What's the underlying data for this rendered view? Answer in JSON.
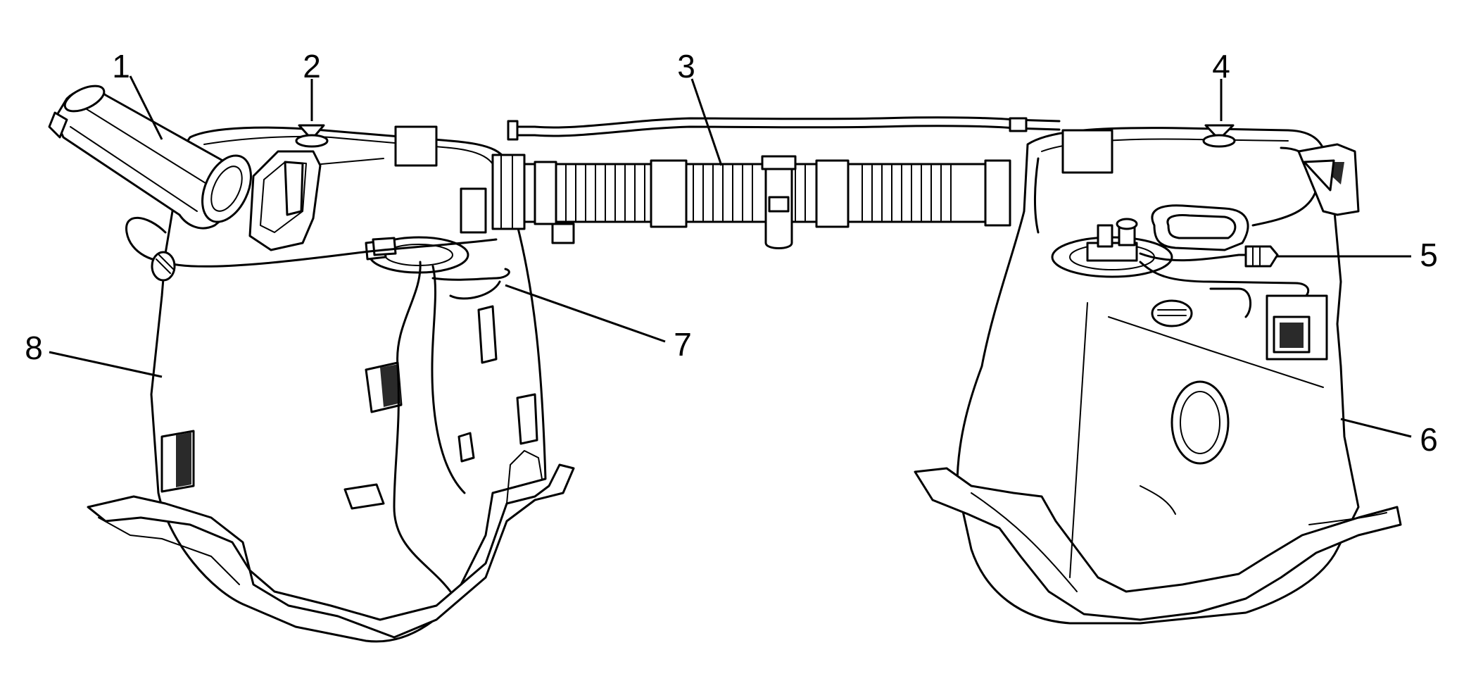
{
  "callouts": [
    {
      "id": "1",
      "label": "1"
    },
    {
      "id": "2",
      "label": "2"
    },
    {
      "id": "3",
      "label": "3"
    },
    {
      "id": "4",
      "label": "4"
    },
    {
      "id": "5",
      "label": "5"
    },
    {
      "id": "6",
      "label": "6"
    },
    {
      "id": "7",
      "label": "7"
    },
    {
      "id": "8",
      "label": "8"
    }
  ],
  "colors": {
    "line": "#000000",
    "background": "#ffffff",
    "shade": "#2a2a2a"
  }
}
